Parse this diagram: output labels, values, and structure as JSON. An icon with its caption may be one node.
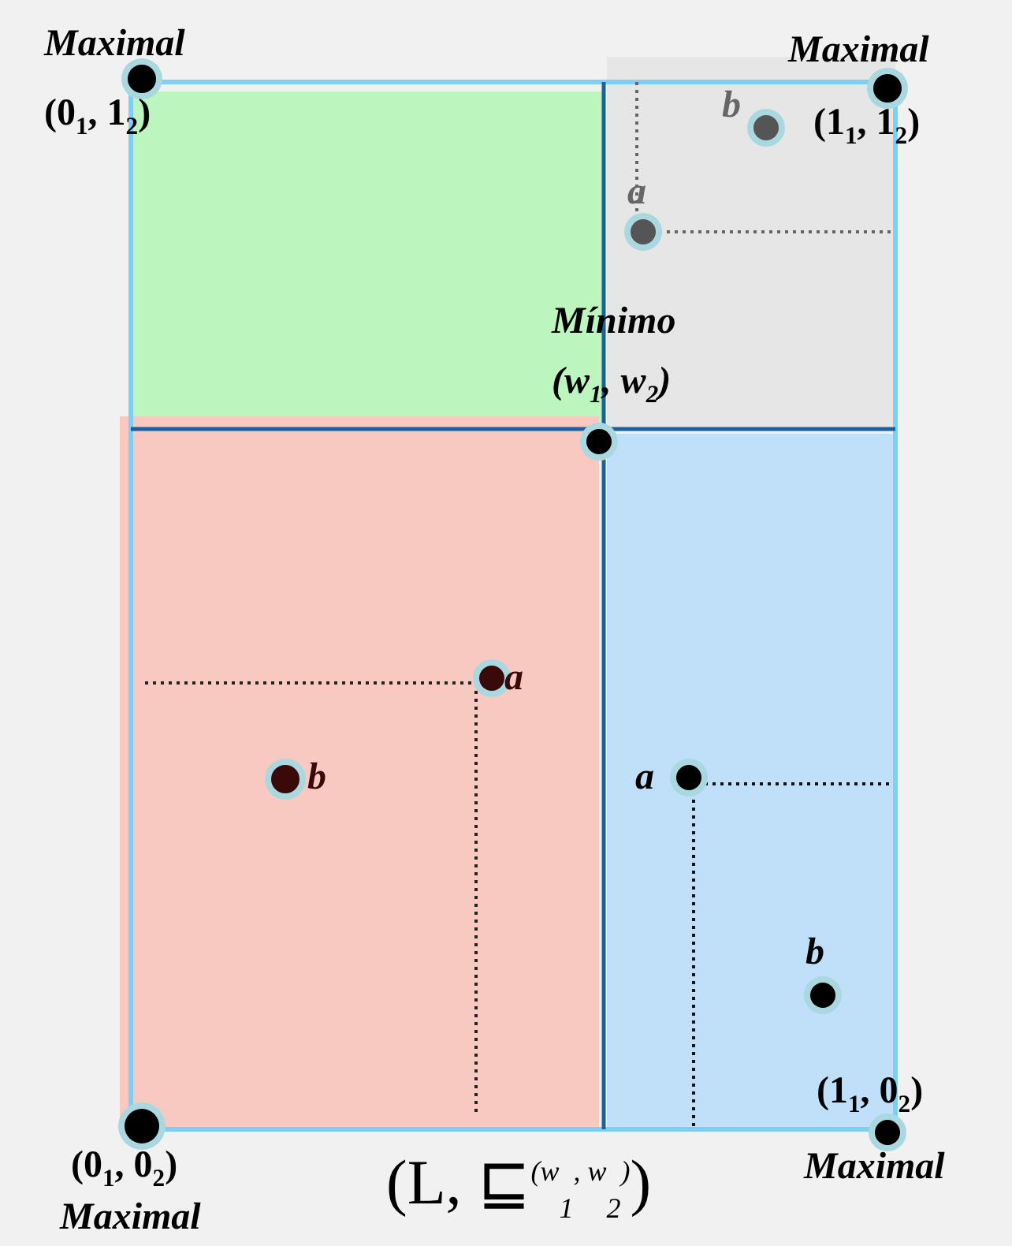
{
  "diagram": {
    "caption": "(L, ⊑$^{(w}$$_{1}$$^{, w}$$_{2}$$^{)}$)",
    "labels": [
      "Maximal",
      "Maximal",
      "(0$_{1}$, 1$_{2}$)",
      "b",
      "(1$_{1}$, 1$_{2}$)",
      "a",
      "Mínimo",
      "(w$_{1}$, w$_{2}$)",
      "a",
      "b",
      "a",
      "b",
      "(1$_{1}$, 0$_{2}$)",
      "(0$_{1}$, 0$_{2}$)",
      "Maximal",
      "Maximal"
    ]
  }
}
